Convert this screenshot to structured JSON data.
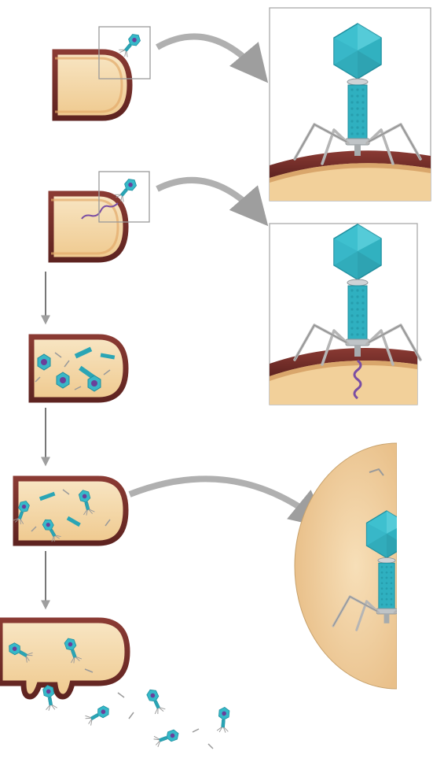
{
  "diagram": {
    "type": "bacteriophage lytic cycle illustration",
    "stages": [
      {
        "id": "attachment",
        "zoom": "inset-box"
      },
      {
        "id": "dna-injection",
        "zoom": "inset-box"
      },
      {
        "id": "replication",
        "zoom": "none"
      },
      {
        "id": "assembly",
        "zoom": "circle-magnifier"
      },
      {
        "id": "lysis-release",
        "zoom": "none"
      }
    ],
    "labels": []
  },
  "colors": {
    "cell_wall": "#7a2f2a",
    "cytoplasm": "#f4d9ad",
    "cytoplasm_edge": "#e9bd7f",
    "phage_head": "#33b8c8",
    "phage_dark": "#1f8e9e",
    "phage_dna": "#7b4ea3",
    "phage_legs": "#a9a9a9",
    "arrow": "#a0a0a0",
    "frame": "#999999",
    "magnifier_fill": "#f3d3a6"
  }
}
